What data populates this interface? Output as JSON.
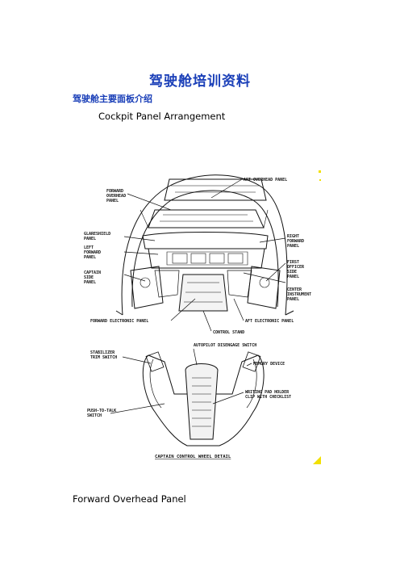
{
  "document": {
    "title": "驾驶舱培训资料",
    "subtitle": "驾驶舱主要面板介绍",
    "section_heading": "Cockpit Panel Arrangement",
    "next_section_heading": "Forward Overhead Panel"
  },
  "figure": {
    "labels": {
      "forward_overhead_panel": [
        "FORWARD",
        "OVERHEAD",
        "PANEL"
      ],
      "aft_overhead_panel": "AFT OVERHEAD PANEL",
      "glareshield_panel": [
        "GLARESHIELD",
        "PANEL"
      ],
      "left_forward_panel": [
        "LEFT",
        "FORWARD",
        "PANEL"
      ],
      "captain_side_panel": [
        "CAPTAIN",
        "SIDE",
        "PANEL"
      ],
      "right_forward_panel": [
        "RIGHT",
        "FORWARD",
        "PANEL"
      ],
      "first_officer_side_panel": [
        "FIRST",
        "OFFICER",
        "SIDE",
        "PANEL"
      ],
      "center_instrument_panel": [
        "CENTER",
        "INSTRUMENT",
        "PANEL"
      ],
      "forward_electronic_panel": "FORWARD ELECTRONIC PANEL",
      "aft_electronic_panel": "AFT ELECTRONIC PANEL",
      "control_stand": "CONTROL STAND",
      "stabilizer_trim_switch": [
        "STABILIZER",
        "TRIM SWITCH"
      ],
      "autopilot_disengage_switch": "AUTOPILOT DISENGAGE SWITCH",
      "memory_device": "MEMORY DEVICE",
      "writing_pad_holder": [
        "WRITING PAD HOLDER",
        "CLIP WITH CHECKLIST"
      ],
      "push_to_talk_switch": [
        "PUSH-TO-TALK",
        "SWITCH"
      ],
      "captain_control_wheel_detail": "CAPTAIN CONTROL WHEEL DETAIL"
    }
  },
  "colors": {
    "title_blue": "#1a3fb8",
    "marker_yellow": "#f2e000"
  }
}
